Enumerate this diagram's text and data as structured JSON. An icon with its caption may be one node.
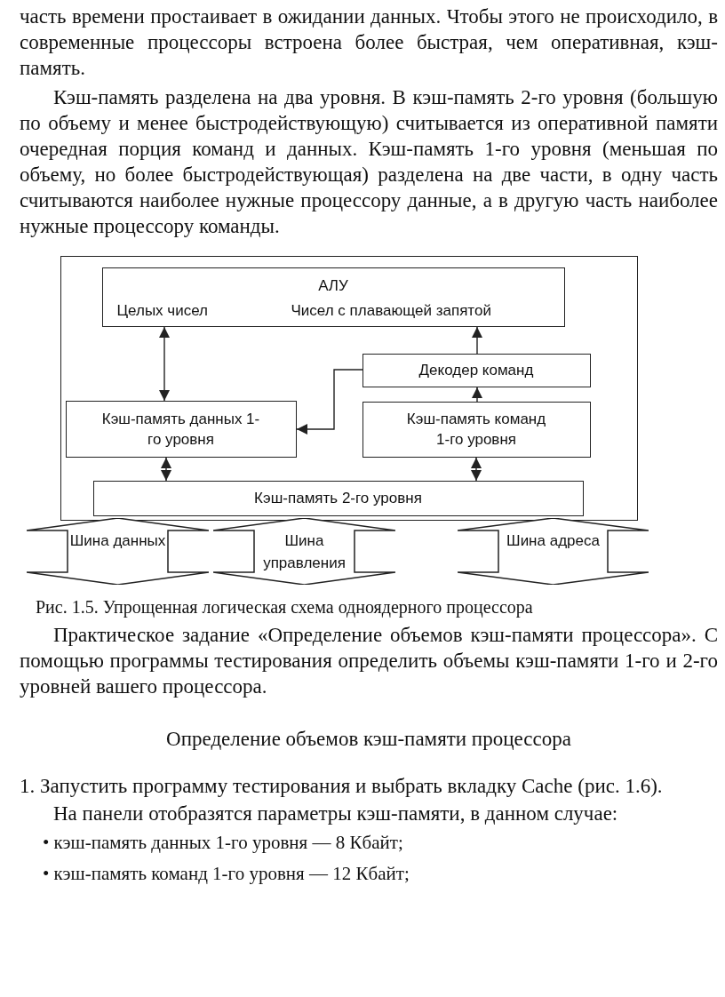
{
  "diagram": {
    "caption": "Рис. 1.5. Упрощенная логическая схема одноядерного процессора",
    "nodes": [
      {
        "text": [],
        "shape": "box"
      },
      {
        "text": [
          "АЛУ",
          "Целых чисел",
          "Чисел с плавающей запятой"
        ],
        "in": 0
      },
      {
        "text": [
          "Декодер команд"
        ],
        "in": 0
      },
      {
        "text": [
          "Кэш-память данных 1-го уровня"
        ],
        "in": 0
      },
      {
        "text": [
          "Кэш-память команд 1-го уровня"
        ],
        "in": 0
      },
      {
        "text": [
          "Кэш-память 2-го уровня"
        ],
        "in": 0
      },
      {
        "text": [
          "Шина данных"
        ]
      },
      {
        "text": [
          "Шина управления"
        ]
      },
      {
        "text": [
          "Шина адреса"
        ]
      }
    ],
    "edges": [
      {
        "from": 1,
        "to": 3,
        "arrow": "both"
      },
      {
        "from": 2,
        "to": 1,
        "arrow": "to"
      },
      {
        "from": 2,
        "to": 3,
        "arrow": "to"
      },
      {
        "from": 4,
        "to": 2,
        "arrow": "to"
      },
      {
        "from": 3,
        "to": 5,
        "arrow": "both"
      },
      {
        "from": 4,
        "to": 5,
        "arrow": "both"
      }
    ],
    "labels": [
      "часть времени простаивает в ожидании данных. Чтобы этого не происходило, в современные процессоры встроена более быстрая, чем оперативная, кэш-память.",
      "Кэш-память разделена на два уровня. В кэш-память 2-го уровня (большую по объему и менее быстродействующую) считывается из оперативной памяти очередная порция команд и данных. Кэш-память 1-го уровня (меньшая по объему, но более быстродействующая) разделена на две части, в одну часть считываются наиболее нужные процессору данные, а в другую часть наиболее нужные процессору команды.",
      "Практическое задание «Определение объемов кэш-памяти процессора». С помощью программы тестирования определить объемы кэш-памяти 1-го и 2-го уровней вашего процессора.",
      "Определение объемов кэш-памяти процессора",
      "1. Запустить программу тестирования и выбрать вкладку Cache (рис. 1.6).",
      "На панели отобразятся параметры кэш-памяти, в данном случае:",
      "• кэш-память данных 1-го уровня — 8 Кбайт;",
      "• кэш-память команд 1-го уровня — 12 Кбайт;"
    ]
  }
}
